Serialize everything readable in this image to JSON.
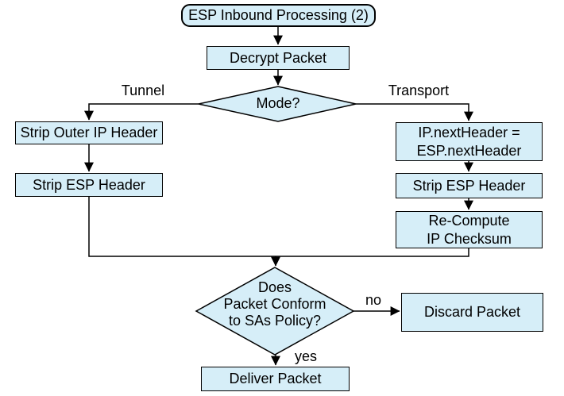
{
  "diagram": {
    "colors": {
      "node_fill": "#d6eef8",
      "node_border": "#000000",
      "line": "#000000",
      "text": "#000000",
      "background": "#ffffff"
    },
    "nodes": {
      "start": "ESP Inbound Processing (2)",
      "decrypt": "Decrypt Packet",
      "mode": "Mode?",
      "strip_outer_ip": "Strip Outer IP Header",
      "strip_esp_tunnel": "Strip ESP Header",
      "ip_next_header": "IP.nextHeader =\nESP.nextHeader",
      "strip_esp_transport": "Strip ESP Header",
      "recompute_checksum": "Re-Compute\nIP Checksum",
      "policy_check": "Does\nPacket Conform\nto SAs Policy?",
      "discard": "Discard Packet",
      "deliver": "Deliver Packet"
    },
    "edge_labels": {
      "tunnel": "Tunnel",
      "transport": "Transport",
      "no": "no",
      "yes": "yes"
    }
  }
}
